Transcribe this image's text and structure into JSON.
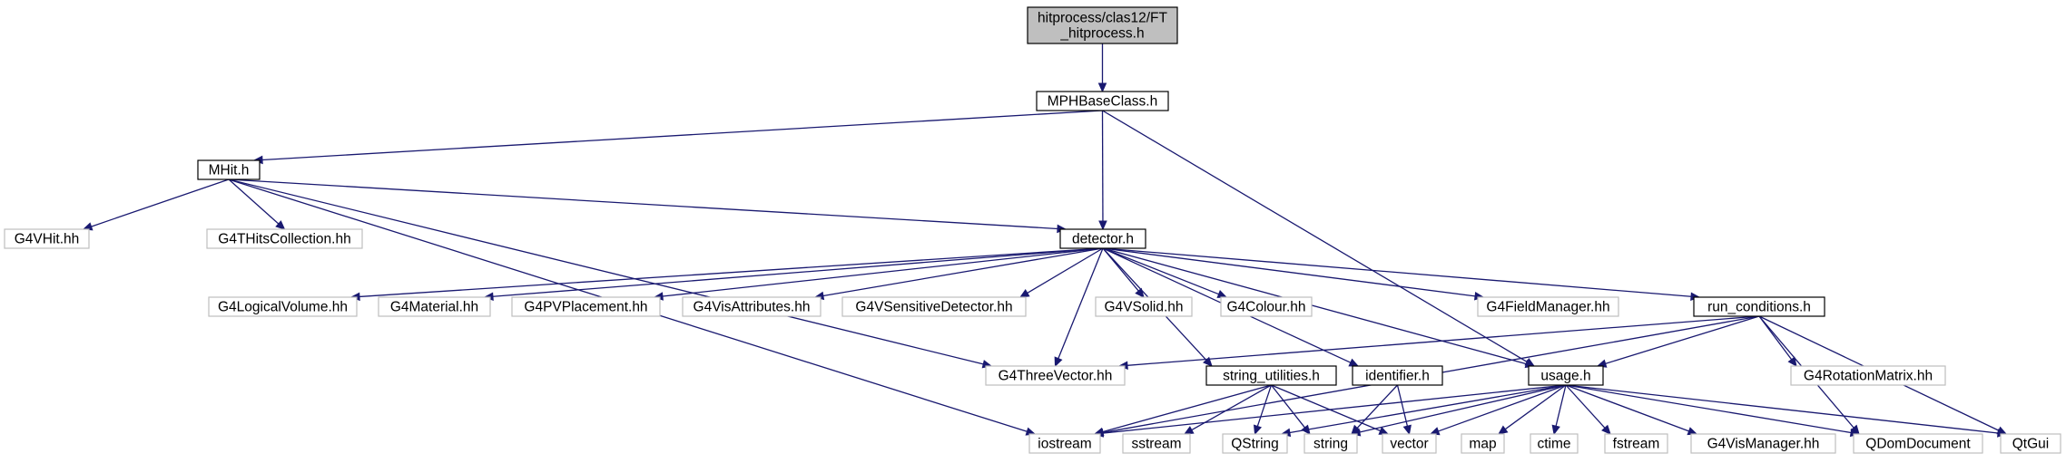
{
  "diagram": {
    "type": "include-dependency-graph",
    "colors": {
      "edge": "#191970",
      "root_fill": "#bfbfbf",
      "node_border": "#000000",
      "external_border": "#bfbfbf"
    },
    "nodes": [
      {
        "id": "root",
        "lines": [
          "hitprocess/clas12/FT",
          "_hitprocess.h"
        ],
        "kind": "root"
      },
      {
        "id": "mph",
        "lines": [
          "MPHBaseClass.h"
        ],
        "kind": "documented"
      },
      {
        "id": "mhit",
        "lines": [
          "MHit.h"
        ],
        "kind": "documented"
      },
      {
        "id": "g4vhit",
        "lines": [
          "G4VHit.hh"
        ],
        "kind": "external"
      },
      {
        "id": "g4thits",
        "lines": [
          "G4THitsCollection.hh"
        ],
        "kind": "external"
      },
      {
        "id": "detector",
        "lines": [
          "detector.h"
        ],
        "kind": "documented"
      },
      {
        "id": "g4logical",
        "lines": [
          "G4LogicalVolume.hh"
        ],
        "kind": "external"
      },
      {
        "id": "g4material",
        "lines": [
          "G4Material.hh"
        ],
        "kind": "external"
      },
      {
        "id": "g4pvplacement",
        "lines": [
          "G4PVPlacement.hh"
        ],
        "kind": "external"
      },
      {
        "id": "g4visattr",
        "lines": [
          "G4VisAttributes.hh"
        ],
        "kind": "external"
      },
      {
        "id": "g4vsensitive",
        "lines": [
          "G4VSensitiveDetector.hh"
        ],
        "kind": "external"
      },
      {
        "id": "g4vsolid",
        "lines": [
          "G4VSolid.hh"
        ],
        "kind": "external"
      },
      {
        "id": "g4colour",
        "lines": [
          "G4Colour.hh"
        ],
        "kind": "external"
      },
      {
        "id": "g4fieldmgr",
        "lines": [
          "G4FieldManager.hh"
        ],
        "kind": "external"
      },
      {
        "id": "runcond",
        "lines": [
          "run_conditions.h"
        ],
        "kind": "documented"
      },
      {
        "id": "g4threevector",
        "lines": [
          "G4ThreeVector.hh"
        ],
        "kind": "external"
      },
      {
        "id": "strutil",
        "lines": [
          "string_utilities.h"
        ],
        "kind": "documented"
      },
      {
        "id": "identifier",
        "lines": [
          "identifier.h"
        ],
        "kind": "documented"
      },
      {
        "id": "usage",
        "lines": [
          "usage.h"
        ],
        "kind": "documented"
      },
      {
        "id": "g4rotmatrix",
        "lines": [
          "G4RotationMatrix.hh"
        ],
        "kind": "external"
      },
      {
        "id": "iostream",
        "lines": [
          "iostream"
        ],
        "kind": "external"
      },
      {
        "id": "sstream",
        "lines": [
          "sstream"
        ],
        "kind": "external"
      },
      {
        "id": "qstring",
        "lines": [
          "QString"
        ],
        "kind": "external"
      },
      {
        "id": "string",
        "lines": [
          "string"
        ],
        "kind": "external"
      },
      {
        "id": "vector",
        "lines": [
          "vector"
        ],
        "kind": "external"
      },
      {
        "id": "map",
        "lines": [
          "map"
        ],
        "kind": "external"
      },
      {
        "id": "ctime",
        "lines": [
          "ctime"
        ],
        "kind": "external"
      },
      {
        "id": "fstream",
        "lines": [
          "fstream"
        ],
        "kind": "external"
      },
      {
        "id": "g4vismanager",
        "lines": [
          "G4VisManager.hh"
        ],
        "kind": "external"
      },
      {
        "id": "qdomdocument",
        "lines": [
          "QDomDocument"
        ],
        "kind": "external"
      },
      {
        "id": "qtgui",
        "lines": [
          "QtGui"
        ],
        "kind": "external"
      }
    ],
    "edges": [
      [
        "root",
        "mph"
      ],
      [
        "mph",
        "mhit"
      ],
      [
        "mph",
        "detector"
      ],
      [
        "mph",
        "usage"
      ],
      [
        "mhit",
        "g4vhit"
      ],
      [
        "mhit",
        "g4thits"
      ],
      [
        "mhit",
        "detector"
      ],
      [
        "mhit",
        "g4threevector"
      ],
      [
        "mhit",
        "iostream"
      ],
      [
        "detector",
        "g4logical"
      ],
      [
        "detector",
        "g4material"
      ],
      [
        "detector",
        "g4pvplacement"
      ],
      [
        "detector",
        "g4visattr"
      ],
      [
        "detector",
        "g4vsensitive"
      ],
      [
        "detector",
        "g4vsolid"
      ],
      [
        "detector",
        "g4colour"
      ],
      [
        "detector",
        "g4fieldmgr"
      ],
      [
        "detector",
        "runcond"
      ],
      [
        "detector",
        "g4threevector"
      ],
      [
        "detector",
        "strutil"
      ],
      [
        "detector",
        "identifier"
      ],
      [
        "detector",
        "usage"
      ],
      [
        "runcond",
        "g4threevector"
      ],
      [
        "runcond",
        "usage"
      ],
      [
        "runcond",
        "g4rotmatrix"
      ],
      [
        "runcond",
        "iostream"
      ],
      [
        "runcond",
        "qdomdocument"
      ],
      [
        "runcond",
        "qtgui"
      ],
      [
        "strutil",
        "iostream"
      ],
      [
        "strutil",
        "sstream"
      ],
      [
        "strutil",
        "qstring"
      ],
      [
        "strutil",
        "string"
      ],
      [
        "strutil",
        "vector"
      ],
      [
        "identifier",
        "string"
      ],
      [
        "identifier",
        "vector"
      ],
      [
        "usage",
        "iostream"
      ],
      [
        "usage",
        "qstring"
      ],
      [
        "usage",
        "string"
      ],
      [
        "usage",
        "vector"
      ],
      [
        "usage",
        "map"
      ],
      [
        "usage",
        "ctime"
      ],
      [
        "usage",
        "fstream"
      ],
      [
        "usage",
        "g4vismanager"
      ],
      [
        "usage",
        "qdomdocument"
      ],
      [
        "usage",
        "qtgui"
      ]
    ]
  }
}
